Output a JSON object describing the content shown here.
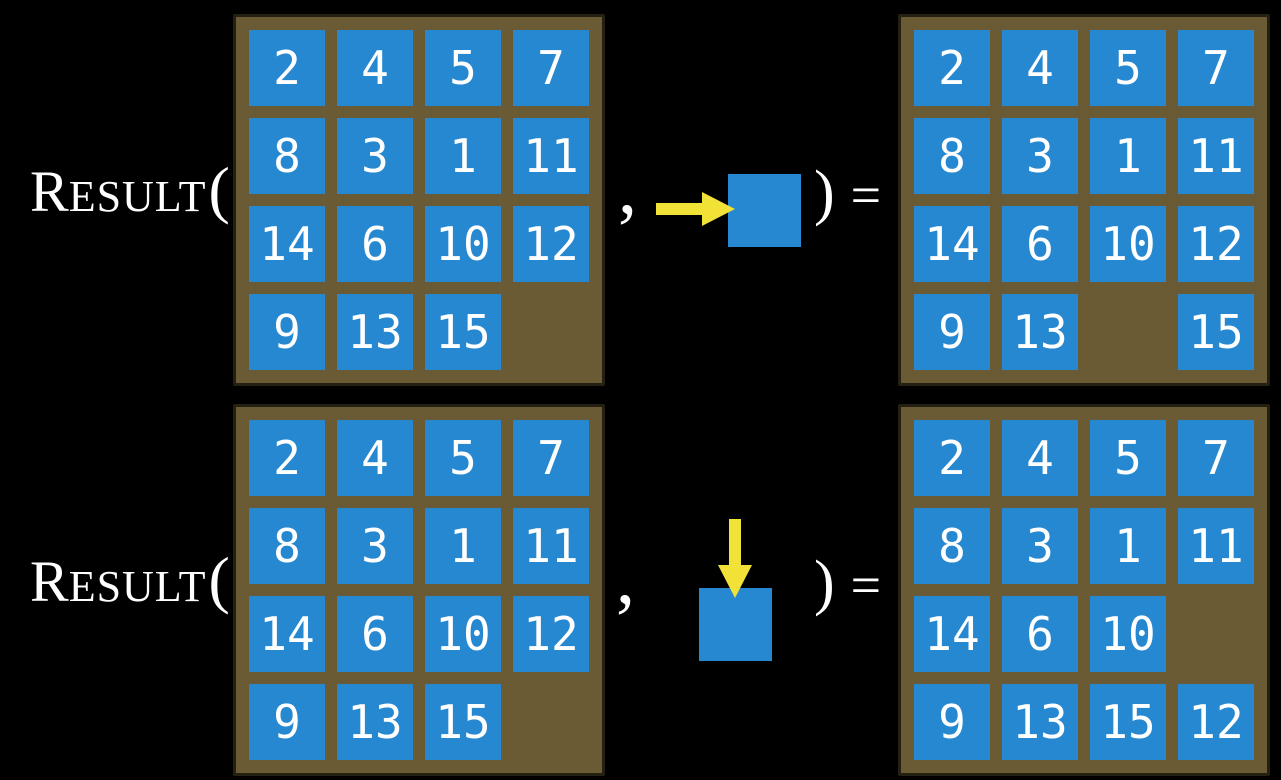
{
  "title": "RESULT function on the 15-puzzle",
  "colors": {
    "background": "#000000",
    "tile_blue": "#2688d0",
    "frame_brown": "#6a5b35",
    "frame_edge": "#242012",
    "arrow_yellow": "#f2e136",
    "text_white": "#ffffff"
  },
  "formula": {
    "function_initial": "R",
    "function_rest": "ESULT",
    "open_paren": "(",
    "comma": ",",
    "close_paren": ")",
    "equals": "="
  },
  "rows": [
    {
      "action": {
        "icon": "right-arrow-icon",
        "direction": "right"
      },
      "input_grid": [
        [
          "2",
          "4",
          "5",
          "7"
        ],
        [
          "8",
          "3",
          "1",
          "11"
        ],
        [
          "14",
          "6",
          "10",
          "12"
        ],
        [
          "9",
          "13",
          "15",
          ""
        ]
      ],
      "result_grid": [
        [
          "2",
          "4",
          "5",
          "7"
        ],
        [
          "8",
          "3",
          "1",
          "11"
        ],
        [
          "14",
          "6",
          "10",
          "12"
        ],
        [
          "9",
          "13",
          "",
          "15"
        ]
      ]
    },
    {
      "action": {
        "icon": "down-arrow-icon",
        "direction": "down"
      },
      "input_grid": [
        [
          "2",
          "4",
          "5",
          "7"
        ],
        [
          "8",
          "3",
          "1",
          "11"
        ],
        [
          "14",
          "6",
          "10",
          "12"
        ],
        [
          "9",
          "13",
          "15",
          ""
        ]
      ],
      "result_grid": [
        [
          "2",
          "4",
          "5",
          "7"
        ],
        [
          "8",
          "3",
          "1",
          "11"
        ],
        [
          "14",
          "6",
          "10",
          ""
        ],
        [
          "9",
          "13",
          "15",
          "12"
        ]
      ]
    }
  ]
}
